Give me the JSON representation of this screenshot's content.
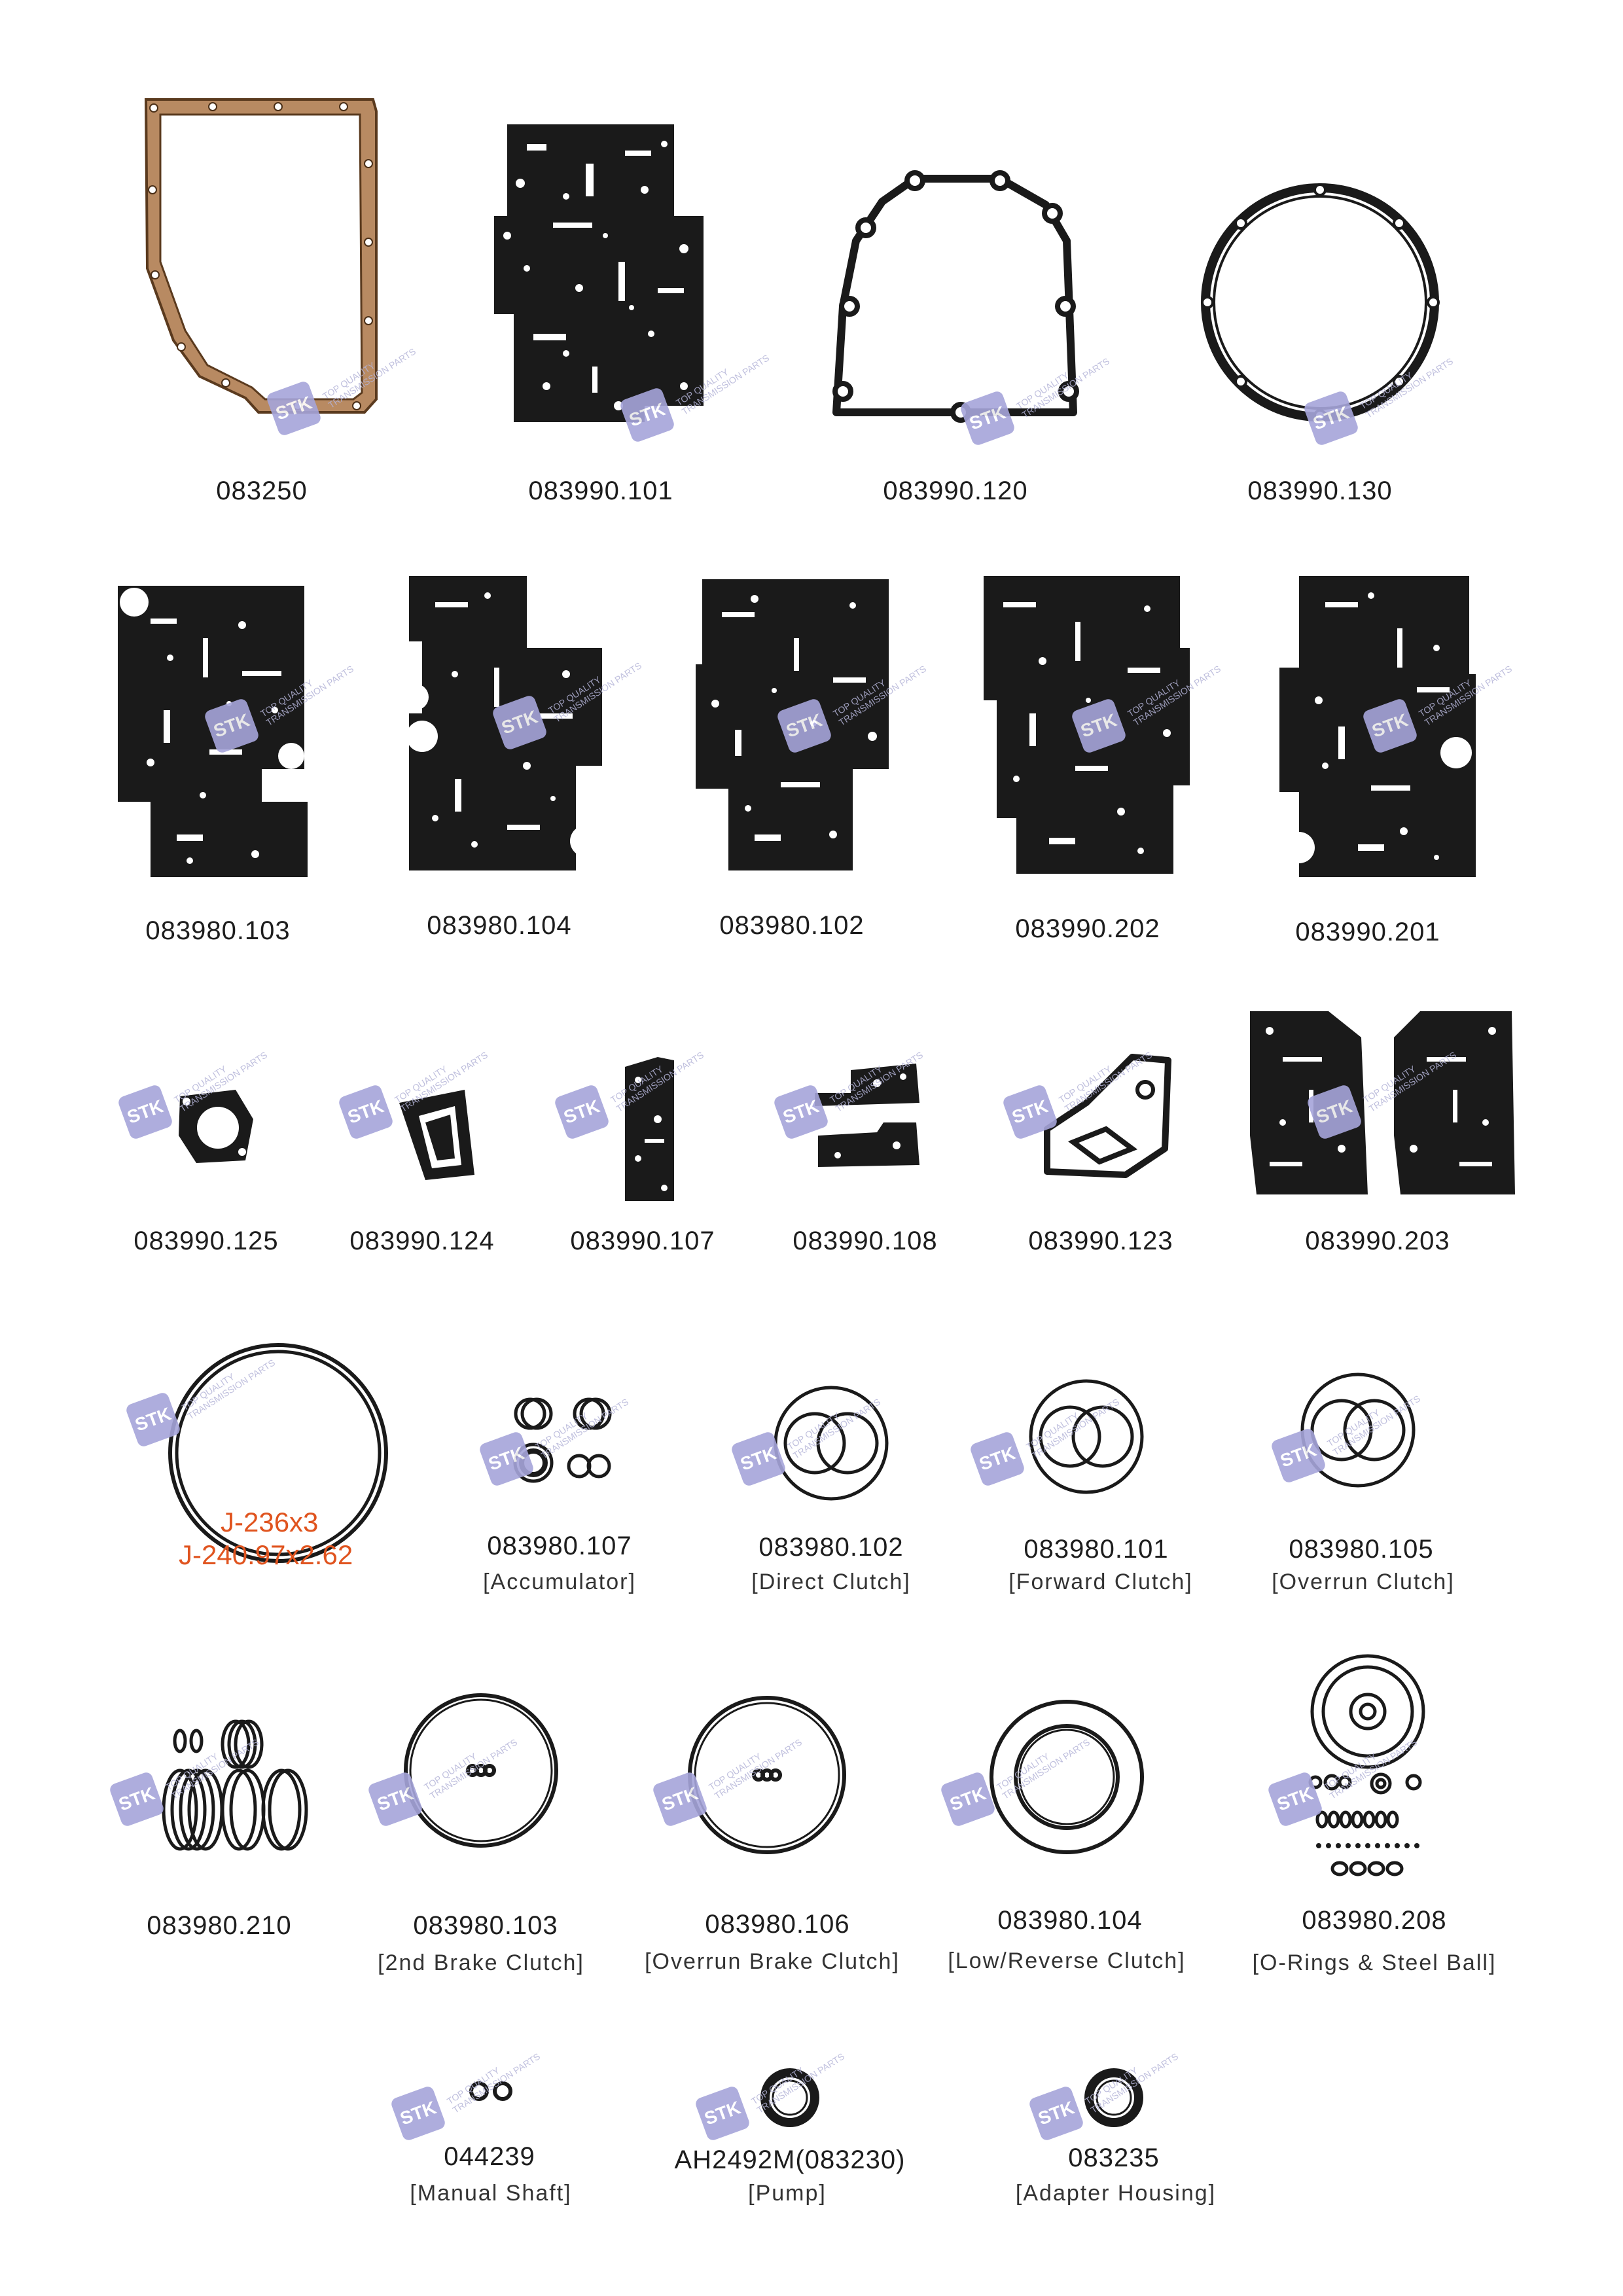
{
  "watermark": {
    "logo": "STK",
    "line1": "TOP QUALITY",
    "line2": "TRANSMISSION PARTS",
    "color": "#a6a5da"
  },
  "rows": {
    "r1": [
      {
        "code": "083250"
      },
      {
        "code": "083990.101"
      },
      {
        "code": "083990.120"
      },
      {
        "code": "083990.130"
      }
    ],
    "r2": [
      {
        "code": "083980.103"
      },
      {
        "code": "083980.104"
      },
      {
        "code": "083980.102"
      },
      {
        "code": "083990.202"
      },
      {
        "code": "083990.201"
      }
    ],
    "r3": [
      {
        "code": "083990.125"
      },
      {
        "code": "083990.124"
      },
      {
        "code": "083990.107"
      },
      {
        "code": "083990.108"
      },
      {
        "code": "083990.123"
      },
      {
        "code": "083990.203"
      }
    ],
    "r4": [
      {
        "code": "J-236x3",
        "code2": "J-240.97x2.62"
      },
      {
        "code": "083980.107",
        "desc": "[Accumulator]"
      },
      {
        "code": "083980.102",
        "desc": "[Direct Clutch]"
      },
      {
        "code": "083980.101",
        "desc": "[Forward Clutch]"
      },
      {
        "code": "083980.105",
        "desc": "[Overrun Clutch]"
      }
    ],
    "r5": [
      {
        "code": "083980.210"
      },
      {
        "code": "083980.103",
        "desc": "[2nd Brake Clutch]"
      },
      {
        "code": "083980.106",
        "desc": "[Overrun Brake Clutch]"
      },
      {
        "code": "083980.104",
        "desc": "[Low/Reverse Clutch]"
      },
      {
        "code": "083980.208",
        "desc": "[O-Rings & Steel Ball]"
      }
    ],
    "r6": [
      {
        "code": "044239",
        "desc": "[Manual Shaft]"
      },
      {
        "code": "AH2492M(083230)",
        "desc": "[Pump]"
      },
      {
        "code": "083235",
        "desc": "[Adapter Housing]"
      }
    ]
  },
  "colors": {
    "gasket": "#1a1a1a",
    "cork": "#b88a62",
    "label_orange": "#e0541f"
  }
}
